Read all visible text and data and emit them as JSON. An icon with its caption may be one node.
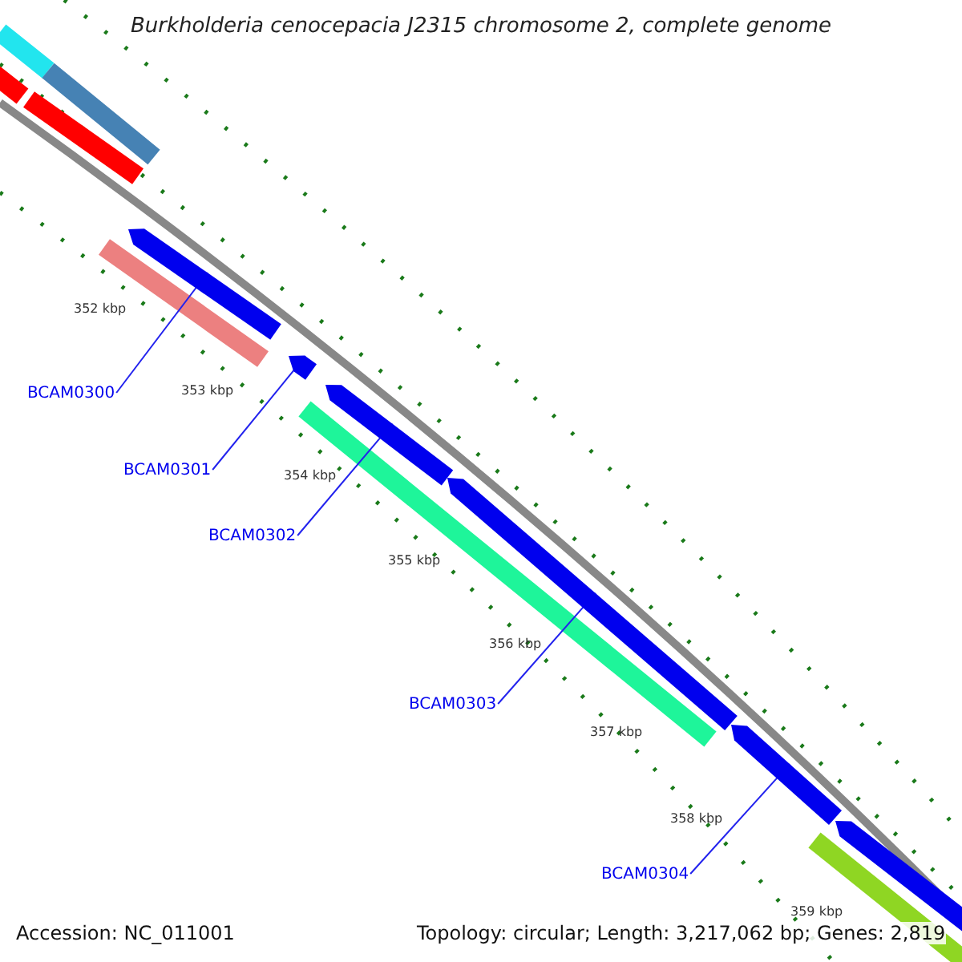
{
  "diagram": {
    "title": "Burkholderia cenocepacia J2315 chromosome 2, complete genome",
    "nodes": [
      {
        "text": [
          "BCAM0300"
        ]
      },
      {
        "text": [
          "BCAM0301"
        ]
      },
      {
        "text": [
          "BCAM0302"
        ]
      },
      {
        "text": [
          "BCAM0303"
        ]
      },
      {
        "text": [
          "BCAM0304"
        ]
      },
      {
        "text": [],
        "shape": "bar"
      },
      {
        "text": [],
        "shape": "bar"
      },
      {
        "text": [],
        "shape": "bar"
      },
      {
        "text": [],
        "shape": "bar"
      },
      {
        "text": [],
        "shape": "bar"
      }
    ],
    "edges": [
      {
        "from": 0,
        "to": 5,
        "arrow": "none"
      },
      {
        "from": 1,
        "to": 6,
        "arrow": "none"
      },
      {
        "from": 2,
        "to": 7,
        "arrow": "none"
      },
      {
        "from": 3,
        "to": 8,
        "arrow": "none"
      },
      {
        "from": 4,
        "to": 9,
        "arrow": "none"
      }
    ],
    "labels": [
      "352 kbp",
      "353 kbp",
      "354 kbp",
      "355 kbp",
      "356 kbp",
      "357 kbp",
      "358 kbp",
      "359 kbp",
      "Accession: NC_011001",
      "Topology: circular; Length: 3,217,062 bp; Genes: 2,819"
    ]
  }
}
